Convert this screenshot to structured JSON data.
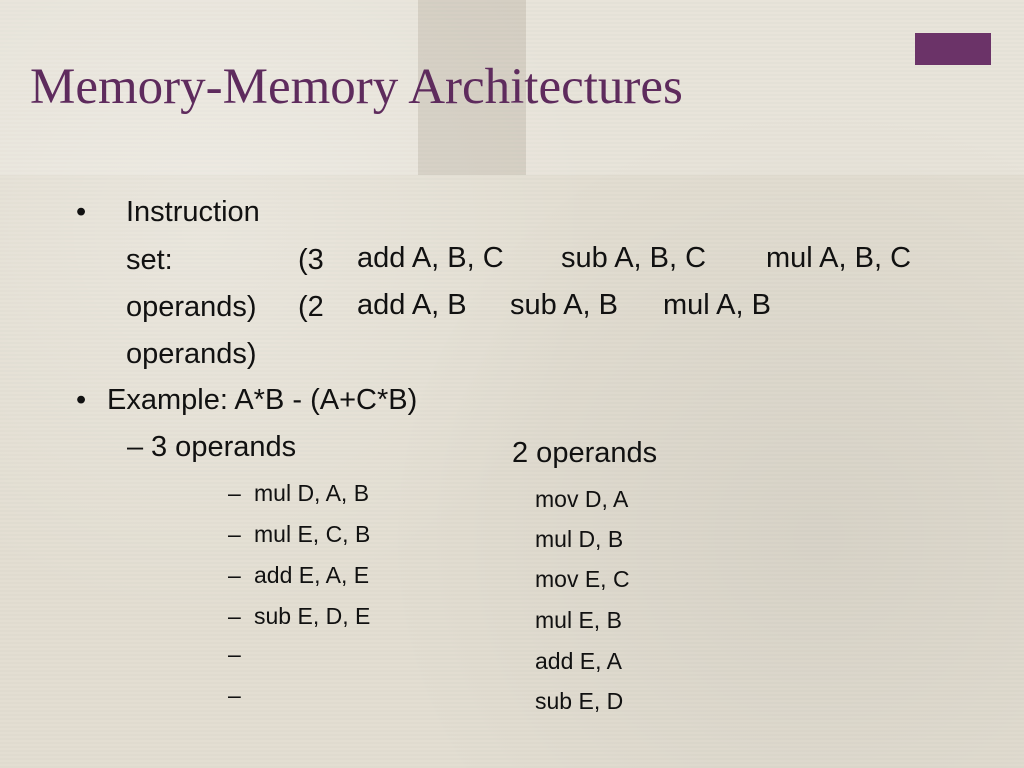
{
  "slide": {
    "title": "Memory-Memory Architectures",
    "accent_color": "#6b3368",
    "title_color": "#5e2b5d"
  },
  "bullets": {
    "bullet_glyph": "•",
    "instruction_line1": "Instruction",
    "instruction_line2": "set:",
    "instruction_line3": "operands)",
    "instruction_line4": "operands)",
    "three_open": "(3",
    "two_open": "(2",
    "three_ops": [
      "add A, B, C",
      "sub A, B, C",
      "mul A, B, C"
    ],
    "two_ops": [
      "add A, B",
      "sub A, B",
      "mul A, B"
    ],
    "example": "Example: A*B - (A+C*B)"
  },
  "three_operands": {
    "heading": "3 operands",
    "dash": "–",
    "lines": [
      "mul D, A, B",
      "mul E, C, B",
      "add E, A, E",
      "sub E, D, E",
      "",
      ""
    ]
  },
  "two_operands": {
    "heading": "2 operands",
    "lines": [
      "mov D, A",
      "mul D, B",
      "mov E, C",
      "mul E, B",
      "add E, A",
      "sub E, D"
    ]
  }
}
